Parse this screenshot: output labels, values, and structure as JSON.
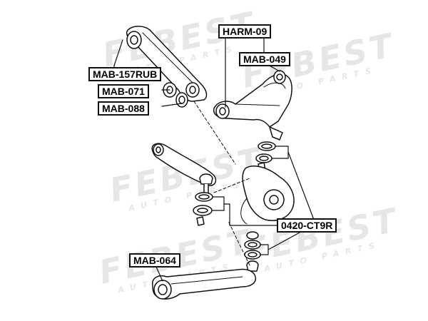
{
  "watermark": {
    "brand": "FEBEST",
    "sub": "AUTO PARTS"
  },
  "labels": {
    "harm_09": "HARM-09",
    "mab_049": "MAB-049",
    "mab_157rub": "MAB-157RUB",
    "mab_071": "MAB-071",
    "mab_088": "MAB-088",
    "ct9r_0420": "0420-CT9R",
    "mab_064": "MAB-064"
  }
}
